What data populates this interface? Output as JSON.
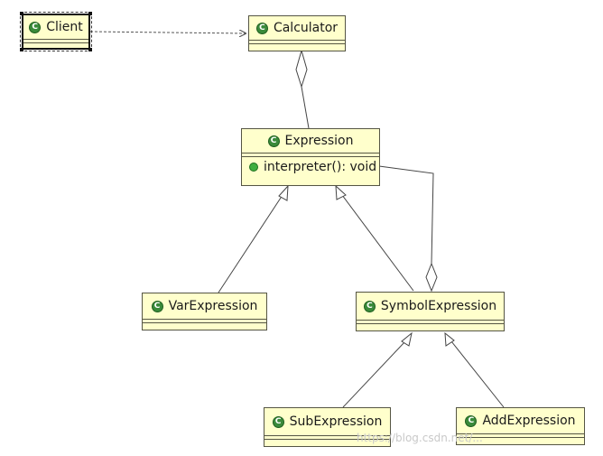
{
  "classes": {
    "client": {
      "name": "Client"
    },
    "calculator": {
      "name": "Calculator"
    },
    "expression": {
      "name": "Expression",
      "method": "interpreter(): void"
    },
    "var_expression": {
      "name": "VarExpression"
    },
    "symbol_expression": {
      "name": "SymbolExpression"
    },
    "sub_expression": {
      "name": "SubExpression"
    },
    "add_expression": {
      "name": "AddExpression"
    }
  },
  "icons": {
    "class": "class-icon",
    "method": "public-method-icon"
  },
  "colors": {
    "class_fill": "#ffffcc",
    "class_border": "#555544",
    "class_icon": "#3a8a3a"
  },
  "watermark": "https://blog.csdn.net/..."
}
